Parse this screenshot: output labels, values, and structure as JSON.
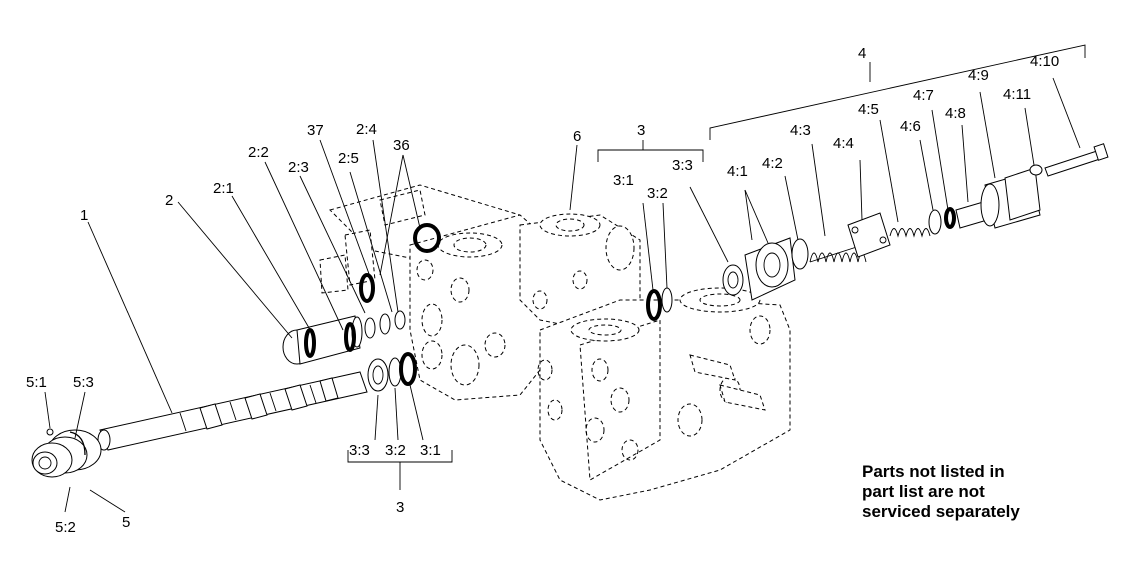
{
  "callouts": {
    "c1": "1",
    "c2": "2",
    "c2_1": "2:1",
    "c2_2": "2:2",
    "c2_3": "2:3",
    "c2_4": "2:4",
    "c2_5": "2:5",
    "c3_top": "3",
    "c3_1_top": "3:1",
    "c3_2_top": "3:2",
    "c3_3_top": "3:3",
    "c3_bottom": "3",
    "c3_1_bottom": "3:1",
    "c3_2_bottom": "3:2",
    "c3_3_bottom": "3:3",
    "c4": "4",
    "c4_1": "4:1",
    "c4_2": "4:2",
    "c4_3": "4:3",
    "c4_4": "4:4",
    "c4_5": "4:5",
    "c4_6": "4:6",
    "c4_7": "4:7",
    "c4_8": "4:8",
    "c4_9": "4:9",
    "c4_10": "4:10",
    "c4_11": "4:11",
    "c5": "5",
    "c5_1": "5:1",
    "c5_2": "5:2",
    "c5_3": "5:3",
    "c6": "6",
    "c36": "36",
    "c37": "37"
  },
  "note": {
    "line1": "Parts not listed in",
    "line2": "part list are not",
    "line3": "serviced separately"
  }
}
